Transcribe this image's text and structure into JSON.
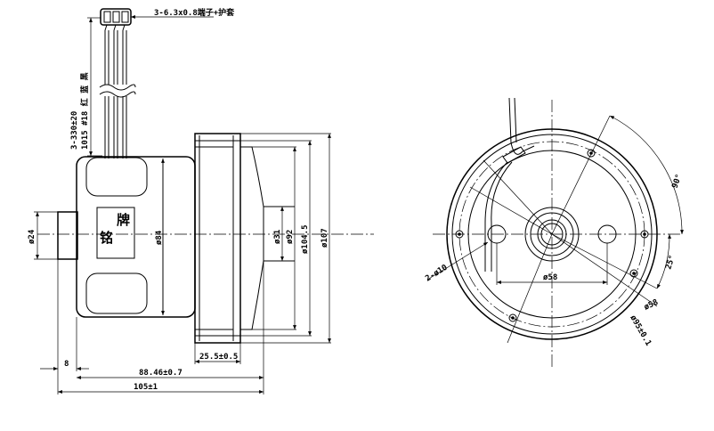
{
  "side_view": {
    "terminal_note": "3-6.3x0.8端子+护套",
    "wire_spec_line1": "3-330±20",
    "wire_spec_line2": "1015 #18 红 蓝 黑",
    "nameplate_char1": "铭",
    "nameplate_char2": "牌",
    "dia_24": "ø24",
    "dia_84": "ø84",
    "dia_31": "ø31",
    "dia_92": "ø92",
    "dia_104_5": "ø104.5",
    "dia_107": "ø107",
    "len_8": "8",
    "len_25_5": "25.5±0.5",
    "len_88_46": "88.46±0.7",
    "len_105": "105±1"
  },
  "front_view": {
    "angle_90": "90°",
    "angle_25": "25°",
    "holes": "2-ø10",
    "dia_58_horiz": "ø58",
    "dia_58_pcd": "ø58",
    "dia_95": "ø95±0.1"
  }
}
